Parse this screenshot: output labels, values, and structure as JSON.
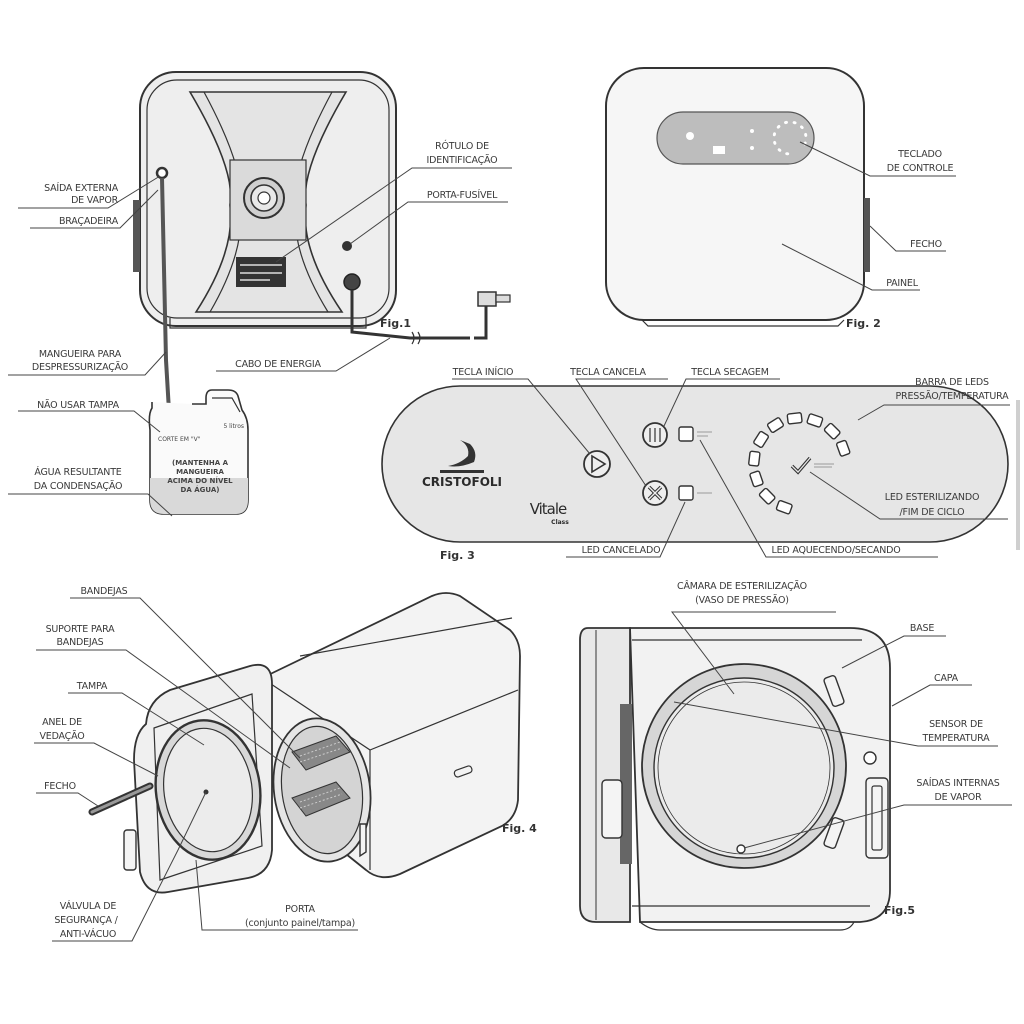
{
  "figures": {
    "fig1": {
      "caption": "Fig.1",
      "labels": {
        "saida_externa_1": "SAÍDA EXTERNA",
        "saida_externa_2": "DE VAPOR",
        "bracadeira": "BRAÇADEIRA",
        "rotulo_1": "RÓTULO DE",
        "rotulo_2": "IDENTIFICAÇÃO",
        "porta_fusivel": "PORTA-FUSÍVEL",
        "mangueira_1": "MANGUEIRA PARA",
        "mangueira_2": "DESPRESSURIZAÇÃO",
        "cabo": "CABO DE ENERGIA",
        "nao_usar_tampa": "NÃO USAR TAMPA",
        "agua_1": "ÁGUA RESULTANTE",
        "agua_2": "DA CONDENSAÇÃO"
      },
      "jug": {
        "volume": "5 litros",
        "cut": "CORTE EM \"V\"",
        "note_1": "(MANTENHA A",
        "note_2": "MANGUEIRA",
        "note_3": "ACIMA DO NÍVEL",
        "note_4": "DA ÁGUA)"
      }
    },
    "fig2": {
      "caption": "Fig. 2",
      "labels": {
        "teclado_1": "TECLADO",
        "teclado_2": "DE CONTROLE",
        "fecho": "FECHO",
        "painel": "PAINEL"
      }
    },
    "fig3": {
      "caption": "Fig. 3",
      "brand": "CRISTOFOLI",
      "model": "Vitale",
      "model_sub": "Class",
      "labels": {
        "tecla_inicio": "TECLA INÍCIO",
        "tecla_cancela": "TECLA CANCELA",
        "tecla_secagem": "TECLA SECAGEM",
        "barra_1": "BARRA DE LEDS",
        "barra_2": "PRESSÃO/TEMPERATURA",
        "led_esterilizando_1": "LED ESTERILIZANDO",
        "led_esterilizando_2": "/FIM DE CICLO",
        "led_cancelado": "LED CANCELADO",
        "led_aquecendo": "LED AQUECENDO/SECANDO"
      }
    },
    "fig4": {
      "caption": "Fig. 4",
      "labels": {
        "bandejas": "BANDEJAS",
        "suporte_1": "SUPORTE PARA",
        "suporte_2": "BANDEJAS",
        "tampa": "TAMPA",
        "anel_1": "ANEL DE",
        "anel_2": "VEDAÇÃO",
        "fecho": "FECHO",
        "valvula_1": "VÁLVULA DE",
        "valvula_2": "SEGURANÇA /",
        "valvula_3": "ANTI-VÁCUO",
        "porta_1": "PORTA",
        "porta_2": "(conjunto painel/tampa)"
      }
    },
    "fig5": {
      "caption": "Fig.5",
      "labels": {
        "camara_1": "CÂMARA DE ESTERILIZAÇÃO",
        "camara_2": "(VASO DE PRESSÃO)",
        "base": "BASE",
        "capa": "CAPA",
        "sensor_1": "SENSOR DE",
        "sensor_2": "TEMPERATURA",
        "saidas_1": "SAÍDAS INTERNAS",
        "saidas_2": "DE VAPOR"
      }
    }
  },
  "colors": {
    "outline": "#333333",
    "label_text": "#3a3a3a",
    "body_fill": "#eeeeee",
    "panel_fill": "#e6e6e6",
    "water_fill": "#d9d9d9"
  }
}
